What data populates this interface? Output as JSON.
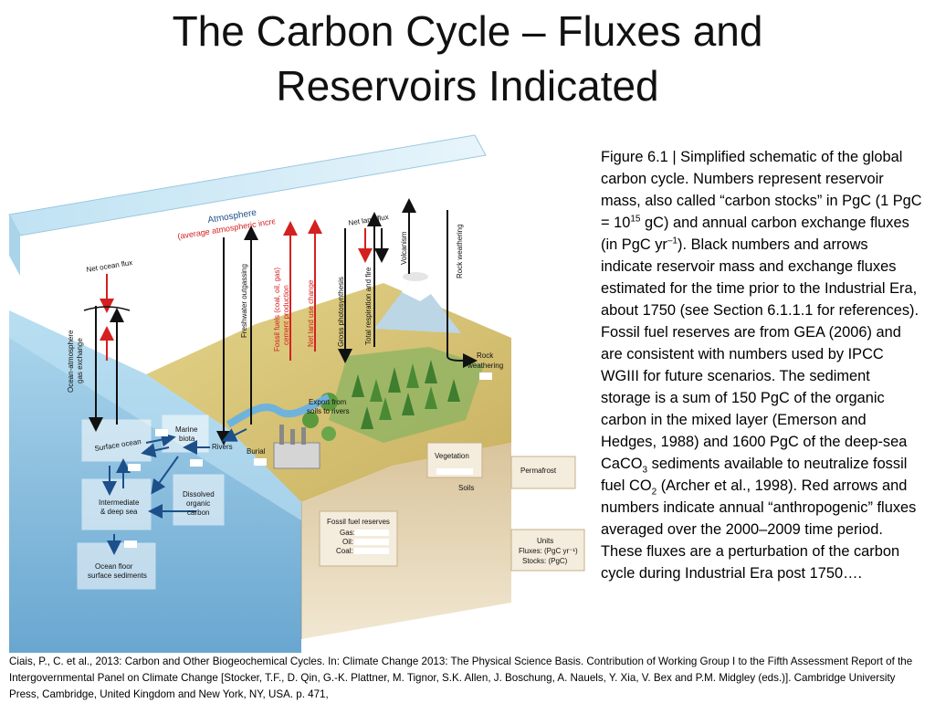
{
  "title_line1": "The Carbon Cycle – Fluxes and",
  "title_line2": "Reservoirs Indicated",
  "caption": {
    "p1": "Figure 6.1 | Simplified schematic of the global carbon cycle. Numbers represent reservoir mass, also called “carbon stocks” in PgC (1 PgC = 10",
    "p1_sup": "15",
    "p2": " gC) and annual carbon exchange fluxes (in PgC yr",
    "p2_sup": "–1",
    "p3": "). Black numbers and arrows indicate reservoir mass and exchange fluxes estimated for the time prior to the Industrial Era, about 1750 (see Section 6.1.1.1 for references). Fossil fuel reserves are from GEA (2006) and are consistent with numbers used by IPCC WGIII for future scenarios. The sediment storage is a sum of 150 PgC of the organic carbon in the mixed layer (Emerson and Hedges, 1988) and 1600 PgC of the deep-sea CaCO",
    "p3_sub": "3",
    "p4": " sediments available to neutralize fossil fuel CO",
    "p4_sub": "2",
    "p5": " (Archer et al., 1998). Red arrows and numbers indicate annual “anthropogenic” fluxes averaged over the 2000–2009 time period. These fluxes are a perturbation of the carbon cycle during Industrial Era post 1750…."
  },
  "citation": "Ciais, P., C. et al., 2013: Carbon and Other Biogeochemical Cycles. In: Climate Change 2013: The Physical Science Basis. Contribution of Working Group I to the Fifth Assessment Report of the Intergovernmental Panel on Climate Change [Stocker, T.F., D. Qin, G.-K. Plattner, M. Tignor, S.K. Allen, J. Boschung, A. Nauels, Y. Xia, V. Bex and P.M. Midgley (eds.)]. Cambridge University Press, Cambridge, United Kingdom and New York, NY, USA. p. 471,",
  "diagram": {
    "atmosphere": "Atmosphere",
    "atmosphere_increase": "(average atmospheric increase:",
    "net_ocean_flux": "Net ocean flux",
    "net_land_flux": "Net land flux",
    "volcanism": "Volcanism",
    "rock_weathering_vertical": "Rock weathering",
    "freshwater_outgassing": "Freshwater outgassing",
    "fossil_fuels_1": "Fossil fuels (coal, oil, gas)",
    "fossil_fuels_2": "cement production",
    "net_land_use_change": "Net land use change",
    "gross_photosynthesis": "Gross photosynthesis",
    "total_respiration": "Total respiration and fire",
    "ocean_atmosphere_1": "Ocean-atmosphere",
    "ocean_atmosphere_2": "gas exchange",
    "rock_weathering_1": "Rock",
    "rock_weathering_2": "weathering",
    "export_1": "Export from",
    "export_2": "soils to rivers",
    "surface_ocean": "Surface ocean",
    "marine_biota_1": "Marine",
    "marine_biota_2": "biota",
    "rivers": "Rivers",
    "burial": "Burial",
    "vegetation": "Vegetation",
    "soils": "Soils",
    "permafrost": "Permafrost",
    "intermediate_1": "Intermediate",
    "intermediate_2": "& deep sea",
    "dissolved_1": "Dissolved",
    "dissolved_2": "organic",
    "dissolved_3": "carbon",
    "fossil_reserves": "Fossil fuel reserves",
    "gas": "Gas:",
    "oil": "Oil:",
    "coal": "Coal:",
    "units": "Units",
    "units_fluxes": "Fluxes: (PgC yr⁻¹)",
    "units_stocks": "Stocks: (PgC)",
    "ocean_floor_1": "Ocean floor",
    "ocean_floor_2": "surface sediments"
  }
}
